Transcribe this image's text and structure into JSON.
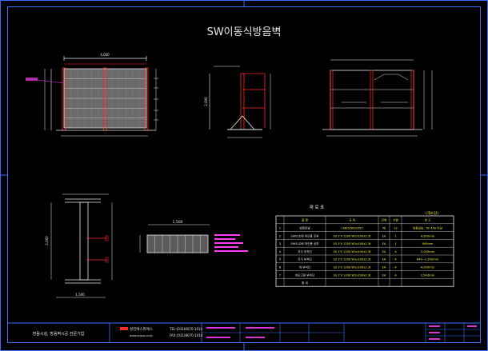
{
  "title": "SW이동식방음벽",
  "colors": {
    "background": "#000000",
    "frame": "#3a6cff",
    "red": "#ff2a2a",
    "white": "#e8e8e8",
    "magenta": "#ff3df5",
    "cyan": "#2ee6ff",
    "yellow": "#f3f33a"
  },
  "material_table": {
    "caption": "재 료 표",
    "unit_note": "(개소당)",
    "headers": [
      "",
      "품 명",
      "규 격",
      "단위",
      "수량",
      "비 고"
    ],
    "rows": [
      [
        "1",
        "방음판넬",
        "1960x500x95T",
        "매",
        "12",
        "방음성능 : 5F 450 이상"
      ],
      [
        "2",
        "SHIELD바 하단용 포부",
        "SS 1'V 1200 W1x100x2.3t",
        "EA",
        "1",
        "4,300mm"
      ],
      [
        "3",
        "SHIELD바 하단용 상부",
        "SS 1'V 1200 W1x100x2.3t",
        "EA",
        "1",
        "900mm"
      ],
      [
        "4",
        "지주 부착단",
        "SS 1'V 1200 W1x100x2.3t",
        "EA",
        "4",
        "2,000mm"
      ],
      [
        "5",
        "지지 부착단",
        "SS 1'V 1200 W1x100x2.3t",
        "EA",
        "4",
        "840~1,300mm"
      ],
      [
        "6",
        "하 부착단",
        "SS 1'V 1200 W1x100x2.3t",
        "EA",
        "4",
        "4,000mm"
      ],
      [
        "7",
        "하단고정 부착단",
        "SS 1'V 1200 W1x100x2.3t",
        "EA",
        "4",
        "2,543mm"
      ],
      [
        "",
        "합 계",
        "",
        "",
        "",
        ""
      ]
    ]
  },
  "title_block": {
    "company_slogan": "방음시설, 방음벽시공 전문기업",
    "company_name": "성진에스피에스",
    "tel": "TEL:(031)8070-1014",
    "fax": "FAX:(031)8070-1014",
    "web": "www.snsps.co.kr"
  },
  "dimensions": {
    "front_width": "4,000",
    "section_height": "2,000",
    "plan_width": "1,500",
    "pier_height": "2,000",
    "pier_base": "1,500"
  }
}
